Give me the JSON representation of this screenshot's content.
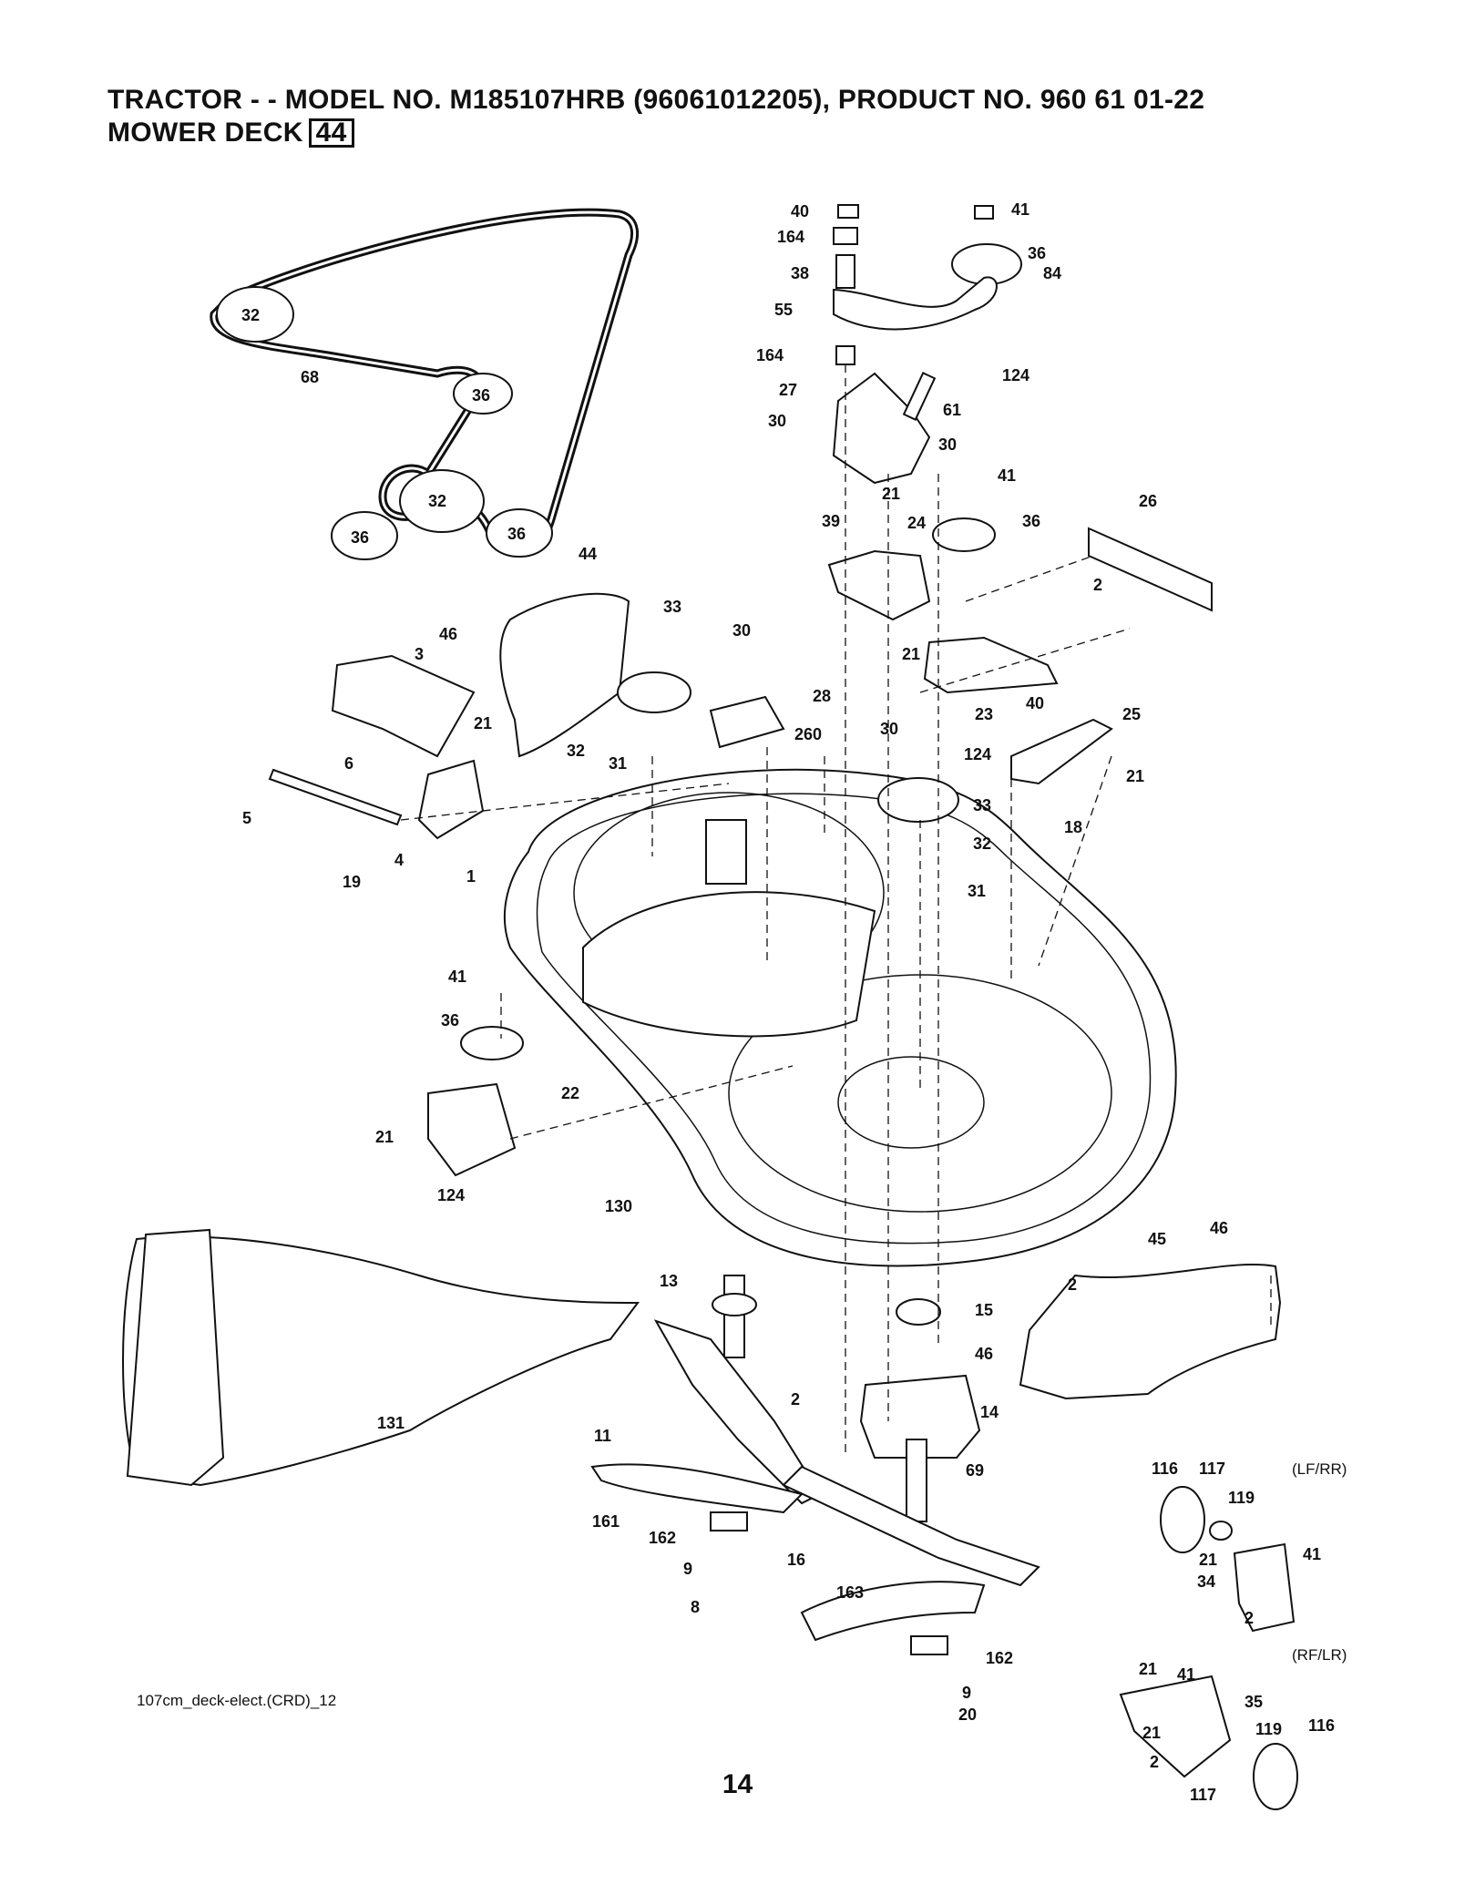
{
  "header": {
    "line1": "TRACTOR - - MODEL NO. M185107HRB   (96061012205), PRODUCT NO. 960 61 01-22",
    "line2_text": "MOWER DECK",
    "line2_box": "44"
  },
  "footer": {
    "drawing_code": "107cm_deck-elect.(CRD)_12",
    "page_number": "14"
  },
  "wheel_labels": {
    "upper": "(LF/RR)",
    "lower": "(RF/LR)"
  },
  "callouts": [
    {
      "n": "40"
    },
    {
      "n": "41"
    },
    {
      "n": "164"
    },
    {
      "n": "36"
    },
    {
      "n": "38"
    },
    {
      "n": "84"
    },
    {
      "n": "55"
    },
    {
      "n": "164"
    },
    {
      "n": "124"
    },
    {
      "n": "27"
    },
    {
      "n": "61"
    },
    {
      "n": "30"
    },
    {
      "n": "30"
    },
    {
      "n": "41"
    },
    {
      "n": "21"
    },
    {
      "n": "39"
    },
    {
      "n": "36"
    },
    {
      "n": "26"
    },
    {
      "n": "24"
    },
    {
      "n": "2"
    },
    {
      "n": "21"
    },
    {
      "n": "23"
    },
    {
      "n": "40"
    },
    {
      "n": "25"
    },
    {
      "n": "30"
    },
    {
      "n": "124"
    },
    {
      "n": "21"
    },
    {
      "n": "18"
    },
    {
      "n": "33"
    },
    {
      "n": "32"
    },
    {
      "n": "31"
    },
    {
      "n": "32"
    },
    {
      "n": "68"
    },
    {
      "n": "36"
    },
    {
      "n": "32"
    },
    {
      "n": "36"
    },
    {
      "n": "36"
    },
    {
      "n": "44"
    },
    {
      "n": "46"
    },
    {
      "n": "33"
    },
    {
      "n": "30"
    },
    {
      "n": "3"
    },
    {
      "n": "28"
    },
    {
      "n": "21"
    },
    {
      "n": "32"
    },
    {
      "n": "31"
    },
    {
      "n": "260"
    },
    {
      "n": "6"
    },
    {
      "n": "5"
    },
    {
      "n": "4"
    },
    {
      "n": "19"
    },
    {
      "n": "1"
    },
    {
      "n": "41"
    },
    {
      "n": "36"
    },
    {
      "n": "22"
    },
    {
      "n": "21"
    },
    {
      "n": "124"
    },
    {
      "n": "130"
    },
    {
      "n": "46"
    },
    {
      "n": "45"
    },
    {
      "n": "2"
    },
    {
      "n": "13"
    },
    {
      "n": "15"
    },
    {
      "n": "46"
    },
    {
      "n": "2"
    },
    {
      "n": "14"
    },
    {
      "n": "131"
    },
    {
      "n": "11"
    },
    {
      "n": "69"
    },
    {
      "n": "161"
    },
    {
      "n": "162"
    },
    {
      "n": "9"
    },
    {
      "n": "8"
    },
    {
      "n": "16"
    },
    {
      "n": "163"
    },
    {
      "n": "162"
    },
    {
      "n": "9"
    },
    {
      "n": "20"
    },
    {
      "n": "116"
    },
    {
      "n": "117"
    },
    {
      "n": "119"
    },
    {
      "n": "21"
    },
    {
      "n": "41"
    },
    {
      "n": "34"
    },
    {
      "n": "2"
    },
    {
      "n": "21"
    },
    {
      "n": "41"
    },
    {
      "n": "35"
    },
    {
      "n": "21"
    },
    {
      "n": "119"
    },
    {
      "n": "116"
    },
    {
      "n": "2"
    },
    {
      "n": "117"
    }
  ]
}
